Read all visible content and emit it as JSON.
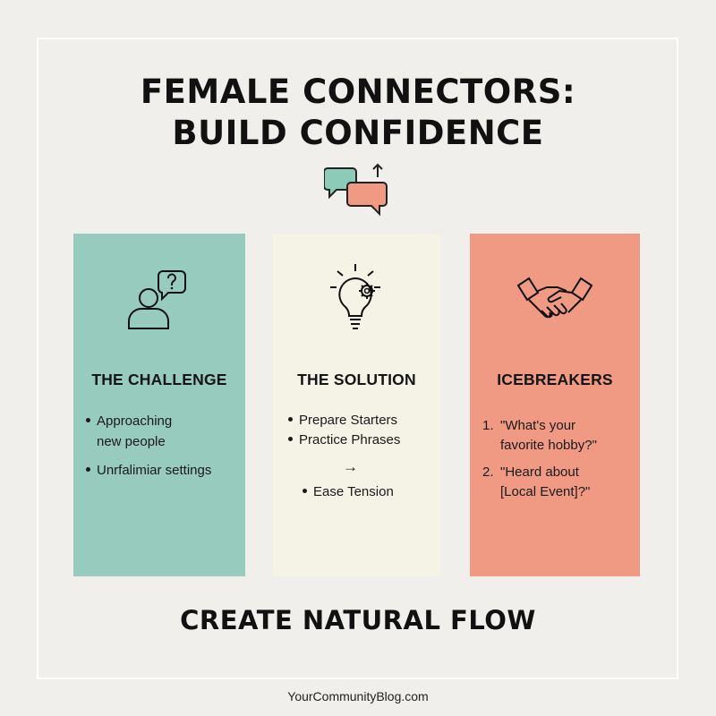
{
  "header": {
    "title_line1": "FEMALE CONNECTORS:",
    "title_line2": "BUILD CONFIDENCE",
    "icon": "chat-bubbles-icon"
  },
  "colors": {
    "background": "#f0efeb",
    "challenge_panel": "#97cbbe",
    "solution_panel": "#f5f2e6",
    "icebreakers_panel": "#f09a84",
    "accent_teal": "#8ccbb8",
    "accent_coral": "#f09a84"
  },
  "panels": {
    "challenge": {
      "icon": "person-question-icon",
      "title": "THE CHALLENGE",
      "bullets": [
        "Approaching",
        "new people",
        "Unrfalimiar settings"
      ]
    },
    "solution": {
      "icon": "lightbulb-gear-icon",
      "title": "THE SOLUTION",
      "bullets": [
        "Prepare Starters",
        "Practice Phrases"
      ],
      "arrow": "→",
      "result": "Ease Tension"
    },
    "icebreakers": {
      "icon": "handshake-icon",
      "title": "ICEBREAKERS",
      "items": [
        {
          "num": "1.",
          "line1": "\"What's your",
          "line2": "favorite hobby?\""
        },
        {
          "num": "2.",
          "line1": "\"Heard about",
          "line2": "[Local Event]?\""
        }
      ]
    }
  },
  "footer": {
    "title": "CREATE NATURAL FLOW",
    "site": "YourCommunityBlog.com"
  }
}
